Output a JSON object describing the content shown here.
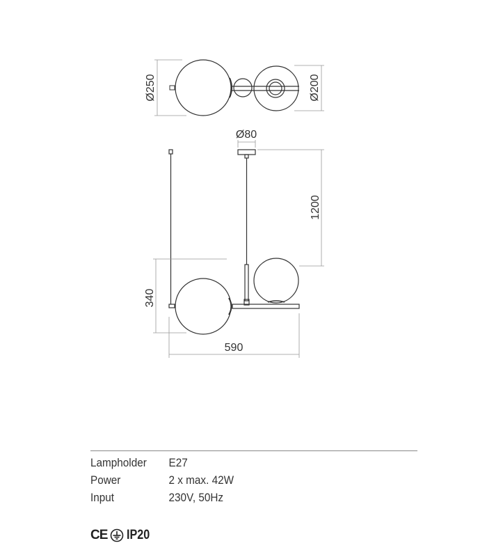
{
  "drawing": {
    "top_view": {
      "dim_left": "Ø250",
      "dim_right": "Ø200"
    },
    "side_view": {
      "canopy_dim": "Ø80",
      "height_dim": "1200",
      "lower_dim": "340",
      "width_dim": "590"
    }
  },
  "specs": {
    "rows": [
      {
        "label": "Lampholder",
        "value": "E27"
      },
      {
        "label": "Power",
        "value": "2 x max. 42W"
      },
      {
        "label": "Input",
        "value": "230V, 50Hz"
      }
    ]
  },
  "certifications": {
    "ce": "CE",
    "ground": "protective-earth-icon",
    "ip": "IP20"
  }
}
